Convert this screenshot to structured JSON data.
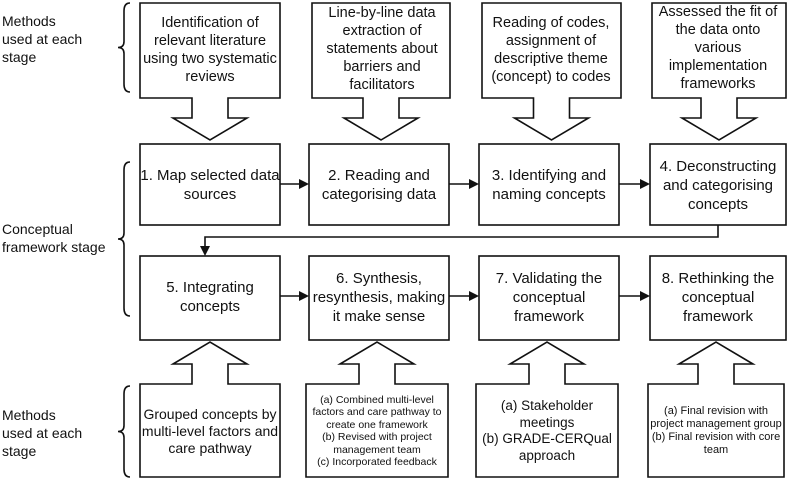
{
  "side_labels": {
    "top": "Methods\nused at each\nstage",
    "middle": "Conceptual\nframework stage",
    "bottom": "Methods\nused at each\nstage"
  },
  "methods_top": [
    "Identification of relevant literature using two systematic reviews",
    "Line-by-line data extraction of statements about barriers and facilitators",
    "Reading of codes, assignment of descriptive theme (concept) to codes",
    "Assessed the fit of the data onto various implementation frameworks"
  ],
  "stages": [
    "1. Map selected data sources",
    "2. Reading and categorising data",
    "3. Identifying and naming concepts",
    "4. Deconstructing and categorising concepts",
    "5. Integrating concepts",
    "6. Synthesis, resynthesis, making it make sense",
    "7. Validating the conceptual framework",
    "8. Rethinking the conceptual framework"
  ],
  "methods_bottom": [
    "Grouped concepts by multi-level factors and care pathway",
    "(a) Combined multi-level factors and care pathway to create one framework\n(b) Revised with project management team\n(c) Incorporated feedback",
    "(a) Stakeholder meetings\n(b) GRADE-CERQual approach",
    "(a) Final revision with project management group\n(b) Final revision with core team"
  ],
  "colors": {
    "stroke": "#111111",
    "fill": "#ffffff",
    "text": "#111111"
  }
}
